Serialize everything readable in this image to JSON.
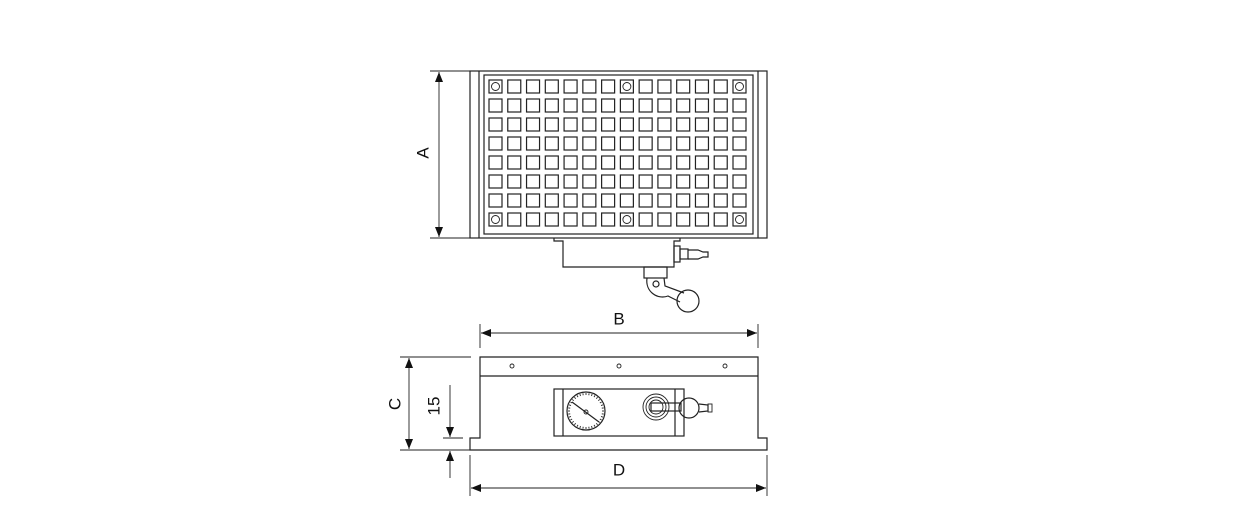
{
  "dimensions": {
    "a": "A",
    "b": "B",
    "c": "C",
    "d": "D",
    "base_height": "15"
  },
  "top_view": {
    "grid_columns": 14,
    "grid_rows": 8
  },
  "line_color": "#222222"
}
